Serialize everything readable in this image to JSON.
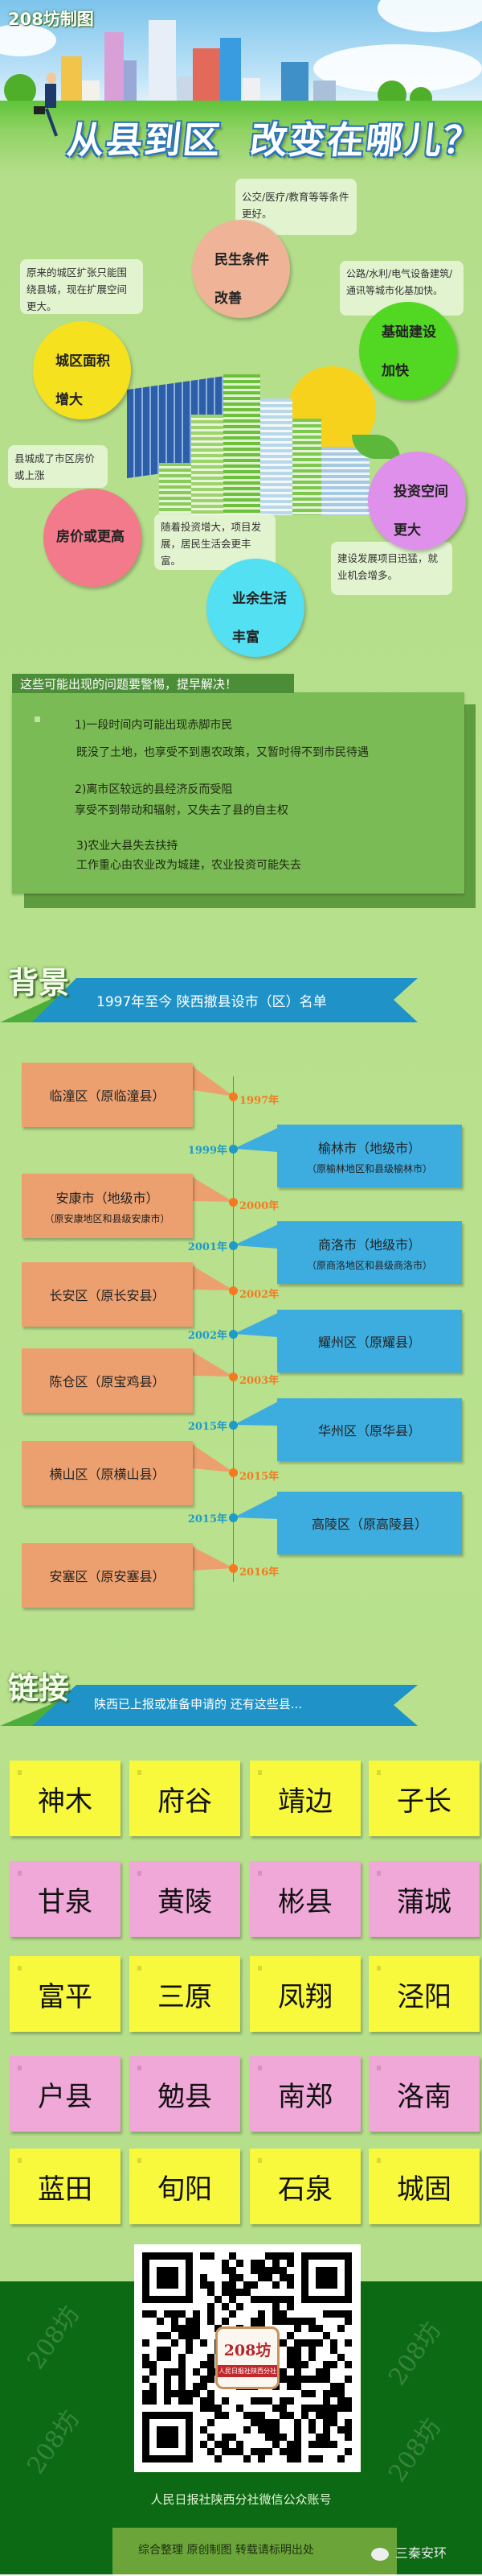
{
  "header": {
    "logo": "208坊制图",
    "title": "从县到区  改变在哪儿？"
  },
  "changes": {
    "circles": [
      {
        "line1": "民生条件",
        "line2": "改善",
        "color": "#efb498"
      },
      {
        "line1": "城区面积",
        "line2": "增大",
        "color": "#f6e11f"
      },
      {
        "line1": "基础建设",
        "line2": "加快",
        "color": "#52d822"
      },
      {
        "line1": "房价或更高",
        "line2": "",
        "color": "#f27a8a"
      },
      {
        "line1": "投资空间",
        "line2": "更大",
        "color": "#de90ea"
      },
      {
        "line1": "业余生活",
        "line2": "丰富",
        "color": "#52e0f2"
      }
    ],
    "notes": [
      "公交/医疗/教育等等条件更好。",
      "原来的城区扩张只能围绕县城，现在扩展空间更大。",
      "公路/水利/电气设备建筑/通讯等城市化基加快。",
      "县城成了市区房价或上涨",
      "随着投资增大，项目发展，居民生活会更丰富。",
      "建设发展项目迅猛，就业机会增多。"
    ]
  },
  "problems": {
    "heading": "这些可能出现的问题要警惕，提早解决！",
    "items": [
      {
        "title": "1)一段时间内可能出现赤脚市民",
        "detail": "既没了土地，也享受不到惠农政策，又暂时得不到市民待遇"
      },
      {
        "title": "2)离市区较远的县经济反而受阻",
        "detail": "享受不到带动和辐射，又失去了县的自主权"
      },
      {
        "title": "3)农业大县失去扶持",
        "detail": "工作重心由农业改为城建，农业投资可能失去"
      }
    ]
  },
  "background": {
    "label": "背景",
    "ribbon": "1997年至今 陕西撤县设市（区）名单",
    "timeline": [
      {
        "year": "1997年",
        "side": "left",
        "name": "临潼区（原临潼县）",
        "sub": ""
      },
      {
        "year": "1999年",
        "side": "right",
        "name": "榆林市（地级市）",
        "sub": "（原榆林地区和县级榆林市）"
      },
      {
        "year": "2000年",
        "side": "left",
        "name": "安康市（地级市）",
        "sub": "（原安康地区和县级安康市）"
      },
      {
        "year": "2001年",
        "side": "right",
        "name": "商洛市（地级市）",
        "sub": "（原商洛地区和县级商洛市）"
      },
      {
        "year": "2002年",
        "side": "left",
        "name": "长安区（原长安县）",
        "sub": ""
      },
      {
        "year": "2002年",
        "side": "right",
        "name": "耀州区（原耀县）",
        "sub": ""
      },
      {
        "year": "2003年",
        "side": "left",
        "name": "陈仓区（原宝鸡县）",
        "sub": ""
      },
      {
        "year": "2015年",
        "side": "right",
        "name": "华州区（原华县）",
        "sub": ""
      },
      {
        "year": "2015年",
        "side": "left",
        "name": "横山区（原横山县）",
        "sub": ""
      },
      {
        "year": "2015年",
        "side": "right",
        "name": "高陵区（原高陵县）",
        "sub": ""
      },
      {
        "year": "2016年",
        "side": "left",
        "name": "安塞区（原安塞县）",
        "sub": ""
      }
    ],
    "colors": {
      "left_box": "#eda06f",
      "right_box": "#3dade0",
      "left_dot": "#f47a20",
      "right_dot": "#1f9bc7"
    }
  },
  "link": {
    "label": "链接",
    "ribbon": "陕西已上报或准备申请的 还有这些县...",
    "counties": [
      "神木",
      "府谷",
      "靖边",
      "子长",
      "甘泉",
      "黄陵",
      "彬县",
      "蒲城",
      "富平",
      "三原",
      "凤翔",
      "泾阳",
      "户县",
      "勉县",
      "南郑",
      "洛南",
      "蓝田",
      "旬阳",
      "石泉",
      "城固"
    ],
    "row_colors": [
      "#f8f83c",
      "#f0a8d8"
    ]
  },
  "footer": {
    "qr_logo_title": "208坊",
    "qr_logo_sub": "人民日报社陕西分社",
    "qr_caption": "人民日报社陕西分社微信公众账号",
    "credit": "综合整理 原创制图 转载请标明出处",
    "wechat_account": "三秦安环",
    "watermark": "208坊"
  }
}
